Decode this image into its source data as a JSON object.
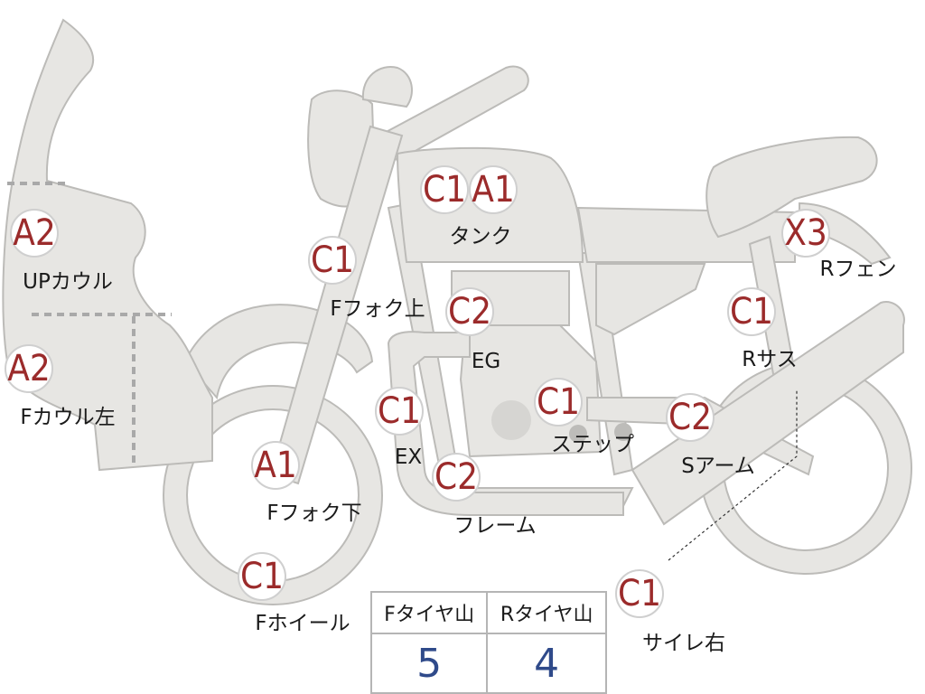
{
  "parts": [
    {
      "id": "up-cowl",
      "grade": "A2",
      "label": "UPカウル"
    },
    {
      "id": "f-cowl-left",
      "grade": "A2",
      "label": "Fカウル左"
    },
    {
      "id": "f-fork-upper",
      "grade": "C1",
      "label": "Fフォク上"
    },
    {
      "id": "f-fork-lower",
      "grade": "A1",
      "label": "Fフォク下"
    },
    {
      "id": "f-wheel",
      "grade": "C1",
      "label": "Fホイール"
    },
    {
      "id": "tank-c1",
      "grade": "C1",
      "label": ""
    },
    {
      "id": "tank-a1",
      "grade": "A1",
      "label": "タンク"
    },
    {
      "id": "engine",
      "grade": "C2",
      "label": "EG"
    },
    {
      "id": "exhaust",
      "grade": "C1",
      "label": "EX"
    },
    {
      "id": "frame",
      "grade": "C2",
      "label": "フレーム"
    },
    {
      "id": "step",
      "grade": "C1",
      "label": "ステップ"
    },
    {
      "id": "s-arm",
      "grade": "C2",
      "label": "Sアーム"
    },
    {
      "id": "r-suspension",
      "grade": "C1",
      "label": "Rサス"
    },
    {
      "id": "r-fender",
      "grade": "X3",
      "label": "Rフェン"
    },
    {
      "id": "silencer-right",
      "grade": "C1",
      "label": "サイレ右"
    }
  ],
  "tire_tread": {
    "front_label": "Fタイヤ山",
    "rear_label": "Rタイヤ山",
    "front_value": "5",
    "rear_value": "4"
  },
  "colors": {
    "grade_text": "#9b2b2b",
    "tire_value": "#2f4a8a",
    "bike_fill": "#e7e6e3"
  }
}
